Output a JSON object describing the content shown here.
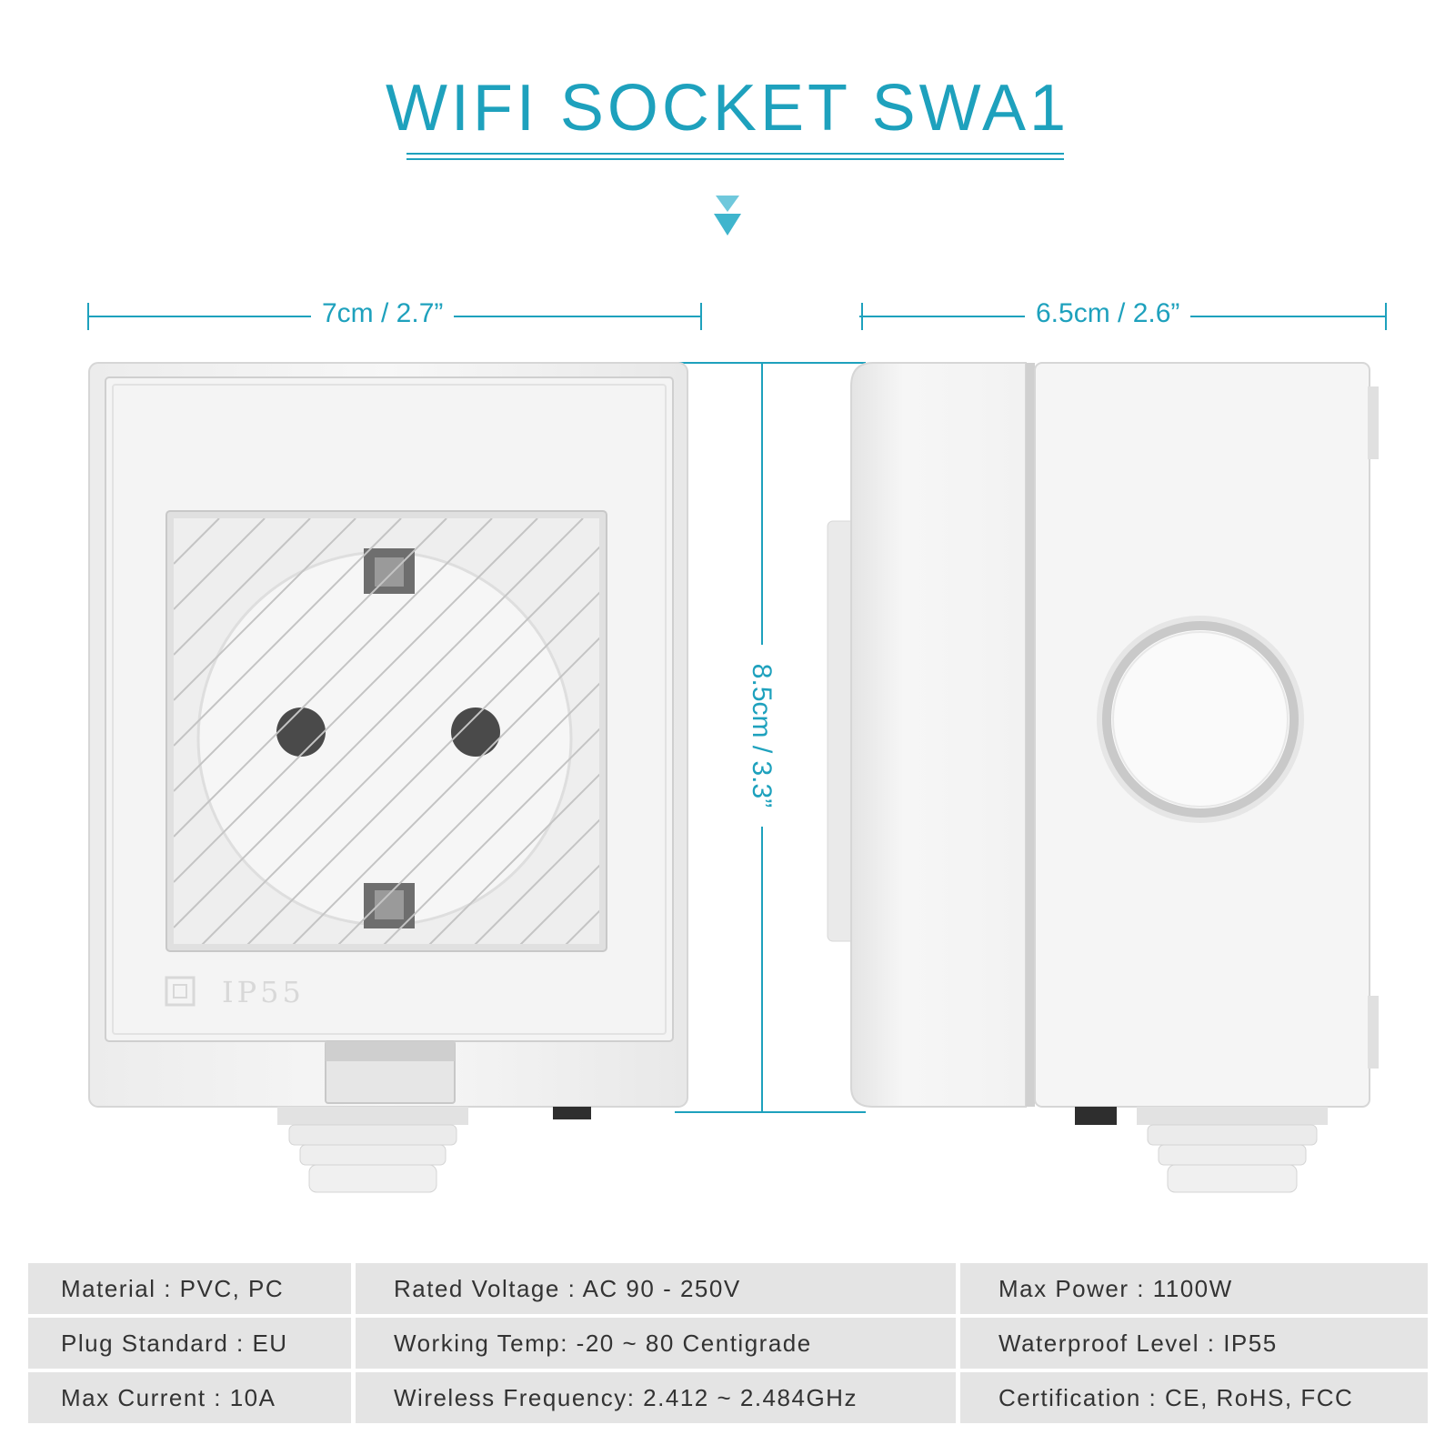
{
  "title": "WIFI SOCKET SWA1",
  "colors": {
    "accent": "#1ea1bd",
    "spec_bg": "#e4e4e4"
  },
  "dimensions": {
    "front_width": "7cm / 2.7”",
    "side_width": "6.5cm / 2.6”",
    "height": "8.5cm / 3.3”"
  },
  "device": {
    "rating_label": "IP55"
  },
  "specs": [
    [
      "Material : PVC, PC",
      "Rated Voltage : AC 90 - 250V",
      "Max Power : 1100W"
    ],
    [
      "Plug Standard : EU",
      "Working Temp: -20 ~ 80 Centigrade",
      "Waterproof Level : IP55"
    ],
    [
      "Max Current : 10A",
      "Wireless Frequency: 2.412 ~ 2.484GHz",
      "Certification : CE, RoHS, FCC"
    ]
  ]
}
